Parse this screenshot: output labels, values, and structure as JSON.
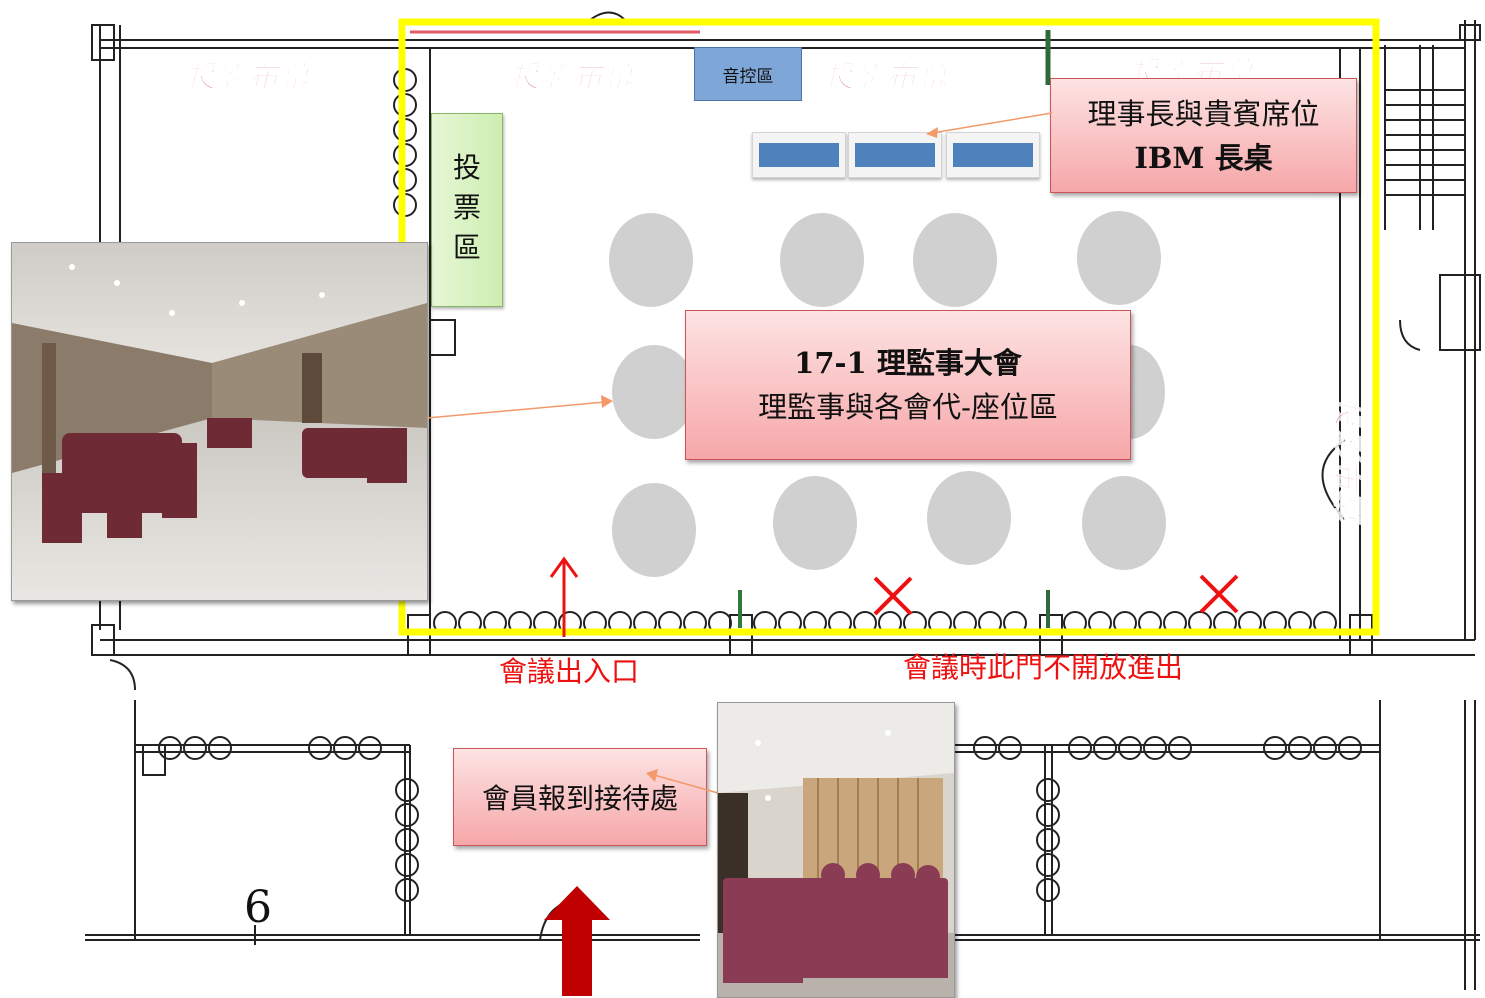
{
  "screen_label": "投影布幕",
  "audio_label": "音控區",
  "voting": {
    "chars": [
      "投",
      "票",
      "區"
    ]
  },
  "guest_box": {
    "line1": "理事長與貴賓席位",
    "line2": "IBM 長桌"
  },
  "main_box": {
    "line1": "17-1 理監事大會",
    "line2": "理監事與各會代-座位區"
  },
  "entrance_label": "會議出入口",
  "closed_door_label": "會議時此門不開放進出",
  "reception_label": "會員報到接待處",
  "room_number": "6",
  "colors": {
    "highlight": "#ffff00",
    "arrow": "#ee1111",
    "table": "#4f81bd",
    "seat": "#d0d0d0",
    "entry_arrow": "#c00000"
  }
}
